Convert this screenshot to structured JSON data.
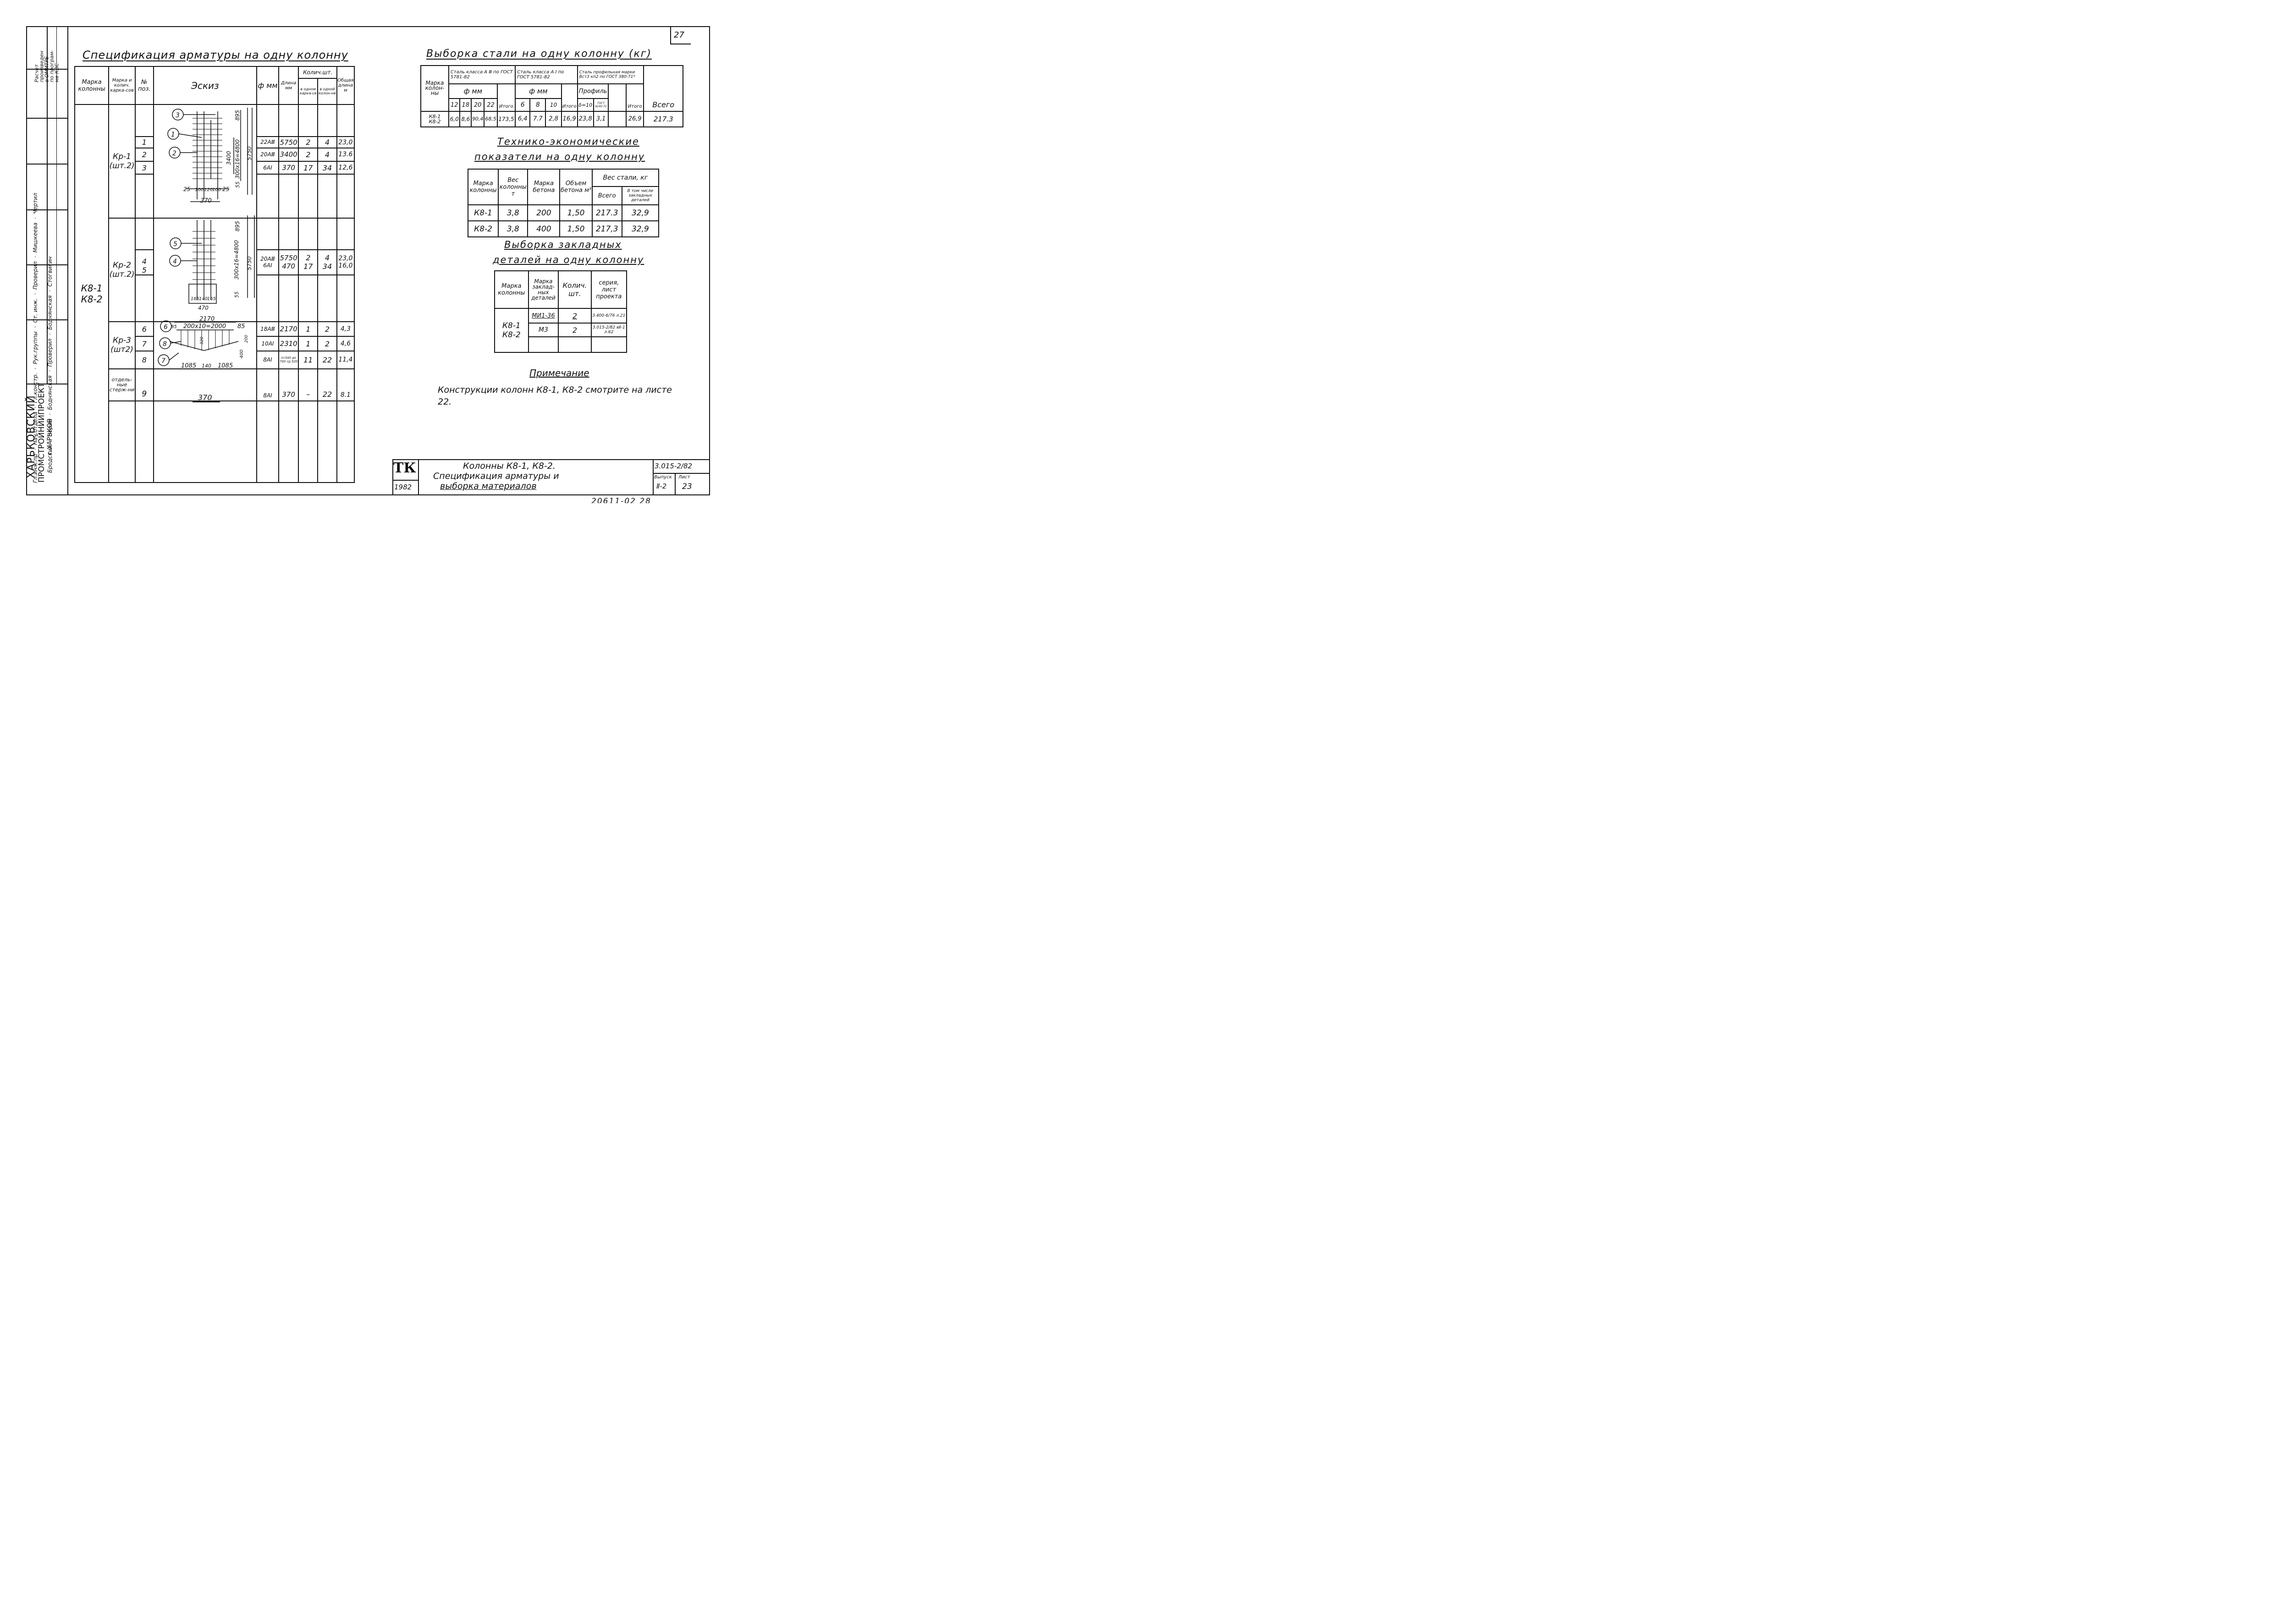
{
  "page_number": "27",
  "margin_stamp": {
    "note": [
      "Расчет",
      "произведен",
      "в ОМИТРЕ",
      "по програм-",
      "ме КВС"
    ],
    "rows": [
      {
        "role": "Гл.инж.пр",
        "names": [
          "Нач. отдела",
          "Бродский"
        ],
        "extra": [
          "Зорин",
          "Боднянская"
        ]
      },
      {
        "role": "Рук.группы",
        "names": [
          "Гл.констр.",
          "Зорин"
        ],
        "extra": [
          "Ст.инж.",
          "Боднянская"
        ]
      }
    ],
    "lines": [
      "Гл.инж.пр",
      "Нач.отдела",
      "Гл.констр.",
      "Рук.группы",
      "Ст. инж.",
      "Бродский",
      "Зорин",
      "Зорин",
      "Боднянская",
      "Стапьнм.",
      "Проверил",
      "Проверил",
      "Исполнил",
      "Мишкеева",
      "Боднянская",
      "Стогвигин",
      "Чертил"
    ],
    "org": [
      "ХАРЬКОВСКИЙ",
      "ПРОМСТРОЙНИИПРОЕКТ",
      "г.ХАРЬКОВ"
    ]
  },
  "spec": {
    "title": "Спецификация арматуры на одну колонну",
    "headers": {
      "mark_col": "Марка колонны",
      "mark_frame": "Марка и колич. карка-сов",
      "pos": "№ поз.",
      "sketch": "Эскиз",
      "dia": "ф мм",
      "len": "Длина мм",
      "qty": "Колич.шт.",
      "qty_frame": "в одном карка-се",
      "qty_col": "в одной колон-не",
      "total": "Общая длина м"
    },
    "column_marks": [
      "К8-1",
      "К8-2"
    ],
    "groups": [
      {
        "frame": "Кр-1",
        "count": "(шт.2)",
        "rows": [
          {
            "pos": "1",
            "dia": "22АⅢ",
            "len": "5750",
            "qf": "2",
            "qc": "4",
            "total": "23,0"
          },
          {
            "pos": "2",
            "dia": "20АⅢ",
            "len": "3400",
            "qf": "2",
            "qc": "4",
            "total": "13.6"
          },
          {
            "pos": "3",
            "dia": "6АI",
            "len": "370",
            "qf": "17",
            "qc": "34",
            "total": "12,6"
          }
        ]
      },
      {
        "frame": "Кр-2",
        "count": "(шт.2)",
        "rows": [
          {
            "pos": "4",
            "dia": "20АⅢ",
            "len": "5750",
            "qf": "2",
            "qc": "4",
            "total": "23,0"
          },
          {
            "pos": "5",
            "dia": "6АI",
            "len": "470",
            "qf": "17",
            "qc": "34",
            "total": "16,0"
          }
        ]
      },
      {
        "frame": "Кр-3",
        "count": "(шт2)",
        "rows": [
          {
            "pos": "6",
            "dia": "18АⅢ",
            "len": "2170",
            "qf": "1",
            "qc": "2",
            "total": "4,3"
          },
          {
            "pos": "7",
            "dia": "10АI",
            "len": "2310",
            "qf": "1",
            "qc": "2",
            "total": "4,6"
          },
          {
            "pos": "8",
            "dia": "8АI",
            "len": "от340 до 700 ср.520",
            "qf": "11",
            "qc": "22",
            "total": "11,4"
          }
        ]
      },
      {
        "frame": "отдель-ные стерж-ни",
        "count": "",
        "rows": [
          {
            "pos": "9",
            "dia": "8АI",
            "len": "370",
            "qf": "–",
            "qc": "22",
            "total": "8.1"
          }
        ]
      }
    ],
    "sketch1": {
      "dims": [
        "895",
        "3400",
        "300x16=4800",
        "5750",
        "55",
        "25",
        "100",
        "120",
        "100",
        "25",
        "370"
      ],
      "callouts": [
        "3",
        "1",
        "2"
      ]
    },
    "sketch2": {
      "dims": [
        "300x16=4800",
        "895",
        "5750",
        "55",
        "165",
        "140",
        "165",
        "470"
      ],
      "callouts": [
        "5",
        "4"
      ]
    },
    "sketch3": {
      "dims": [
        "2170",
        "200x10=2000",
        "85",
        "85",
        "1085",
        "140",
        "1085",
        "320",
        "400",
        "200"
      ],
      "callouts": [
        "6",
        "8",
        "7"
      ]
    },
    "sketch4": {
      "dims": [
        "370"
      ]
    }
  },
  "steel": {
    "title": "Выборка стали на одну колонну (кг)",
    "mark_header": "Марка колон-ны",
    "groupA3": "Сталь класса А Ⅲ по ГОСТ 5781-82",
    "groupA1": "Сталь класса А I по ГОСТ 5781-82",
    "groupProf": "Сталь профильная марки Вст3 кп2 по ГОСТ 380-71*",
    "dia_label": "ф мм",
    "prof_label": "Профиль",
    "total_label": "Итого",
    "all_label": "Всего",
    "a3_sizes": [
      "12",
      "18",
      "20",
      "22"
    ],
    "a1_sizes": [
      "6",
      "8",
      "10"
    ],
    "prof_sizes": [
      "δ=10",
      "ГОСТ 8240-72"
    ],
    "marks": [
      "К8-1",
      "К8-2"
    ],
    "values": [
      "6,0",
      "8,6",
      "90,4",
      "68,5",
      "173,5",
      "6,4",
      "7.7",
      "2,8",
      "16,9",
      "23,8",
      "3,1",
      "",
      "26,9",
      "217.3"
    ]
  },
  "tech": {
    "title1": "Технико-экономические",
    "title2": "показатели на одну колонну",
    "h_mark": "Марка колонны",
    "h_weight": "Вес колонны т",
    "h_concrete": "Марка бетона",
    "h_volume": "Объем бетона м³",
    "h_steel": "Вес стали, кг",
    "h_total": "Всего",
    "h_incl": "В том числе закладных деталей",
    "rows": [
      {
        "mark": "К8-1",
        "weight": "3,8",
        "concrete": "200",
        "volume": "1,50",
        "total": "217.3",
        "incl": "32,9"
      },
      {
        "mark": "К8-2",
        "weight": "3,8",
        "concrete": "400",
        "volume": "1,50",
        "total": "217,3",
        "incl": "32,9"
      }
    ]
  },
  "embed": {
    "title1": "Выборка закладных",
    "title2": "деталей на одну колонну",
    "h_mark": "Марка колонны",
    "h_part": "Марка заклад-ных деталей",
    "h_qty": "Колич. шт.",
    "h_series": "серия, лист проекта",
    "marks": [
      "К8-1",
      "К8-2"
    ],
    "rows": [
      {
        "part": "МИ1-36",
        "qty": "2",
        "series": "3.400-6/76 л.21"
      },
      {
        "part": "М3",
        "qty": "2",
        "series": "3.015-2/82 вⅡ-1 л.62"
      }
    ]
  },
  "note": {
    "title": "Примечание",
    "text": "Конструкции колонн К8-1, К8-2 смотрите на листе 22."
  },
  "title_block": {
    "logo": "ТК",
    "year": "1982",
    "desc1": "Колонны К8-1, К8-2.",
    "desc2": "Спецификация арматуры и",
    "desc3": "выборка материалов",
    "code": "3.015-2/82",
    "issue_label": "Выпуск",
    "issue": "Ⅱ-2",
    "sheet_label": "Лист",
    "sheet": "23"
  },
  "footer_number": "20611-02 28"
}
